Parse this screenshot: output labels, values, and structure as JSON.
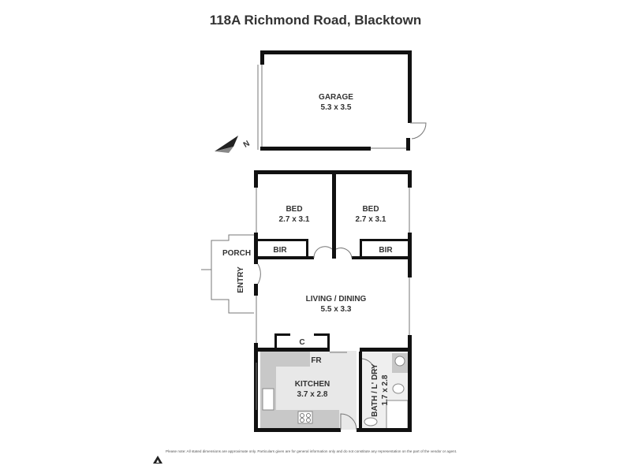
{
  "title": "118A Richmond Road, Blacktown",
  "rooms": {
    "garage": {
      "name": "GARAGE",
      "dims": "5.3 x 3.5"
    },
    "bed1": {
      "name": "BED",
      "dims": "2.7 x 3.1"
    },
    "bed2": {
      "name": "BED",
      "dims": "2.7 x 3.1"
    },
    "bir1": "BIR",
    "bir2": "BIR",
    "porch": "PORCH",
    "entry": "ENTRY",
    "living": {
      "name": "LIVING / DINING",
      "dims": "5.5 x 3.3"
    },
    "cupboard": "C",
    "fridge": "FR",
    "kitchen": {
      "name": "KITCHEN",
      "dims": "3.7 x 2.8"
    },
    "bath": {
      "name": "BATH / L' DRY",
      "dims": "1.7 x 2.8"
    }
  },
  "compass": "N",
  "disclaimer": "Please note: All stated dimensions are approximate only. Particulars given are for general information only and do not constitute any representation on the part of the vendor or agent.",
  "colors": {
    "wall": "#111111",
    "floor_grey": "#e6e6e6",
    "bench": "#c8c8c8"
  }
}
